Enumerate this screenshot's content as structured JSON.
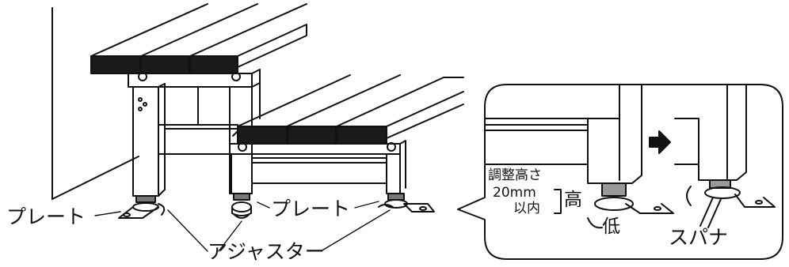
{
  "labels": {
    "plate_left": "プレート",
    "plate_center": "プレート",
    "adjuster": "アジャスター",
    "adjust_height": "調整高さ",
    "range": "20mm",
    "within": "以内",
    "high": "高",
    "low": "低",
    "spanner": "スパナ"
  }
}
